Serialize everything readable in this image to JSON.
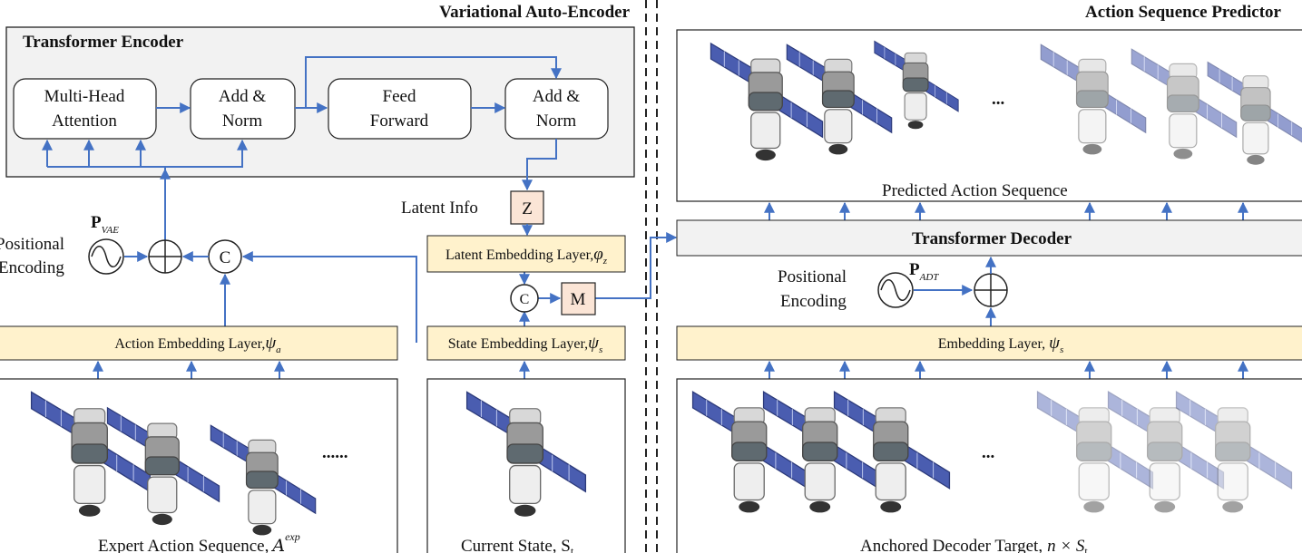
{
  "sections": {
    "vae_title": "Variational Auto-Encoder",
    "asp_title": "Action Sequence Predictor"
  },
  "encoder": {
    "title": "Transformer Encoder",
    "mha": [
      "Multi-Head",
      "Attention"
    ],
    "addnorm1": [
      "Add &",
      "Norm"
    ],
    "ff": [
      "Feed",
      "Forward"
    ],
    "addnorm2": [
      "Add &",
      "Norm"
    ]
  },
  "vae": {
    "pos_enc": [
      "Positional",
      "Encoding"
    ],
    "p_main": "P",
    "p_sub": "VAE",
    "concat": "C",
    "latent_info": "Latent Info",
    "z": "Z",
    "latent_layer": "Latent Embedding Layer,",
    "latent_sym": "φ",
    "latent_sub": "z",
    "concat2": "C",
    "m": "M",
    "action_layer": "Action Embedding Layer,",
    "action_sym": "ψ",
    "action_sub": "a",
    "state_layer": "State Embedding Layer,",
    "state_sym": "ψ",
    "state_sub": "s",
    "dots": "......",
    "expert_caption": "Expert Action Sequence,",
    "expert_sym": "A",
    "expert_sup": "exp",
    "current_caption": "Current State, S",
    "current_sub": "t"
  },
  "predictor": {
    "predicted_caption": "Predicted Action Sequence",
    "predicted_dots": "...",
    "decoder": "Transformer Decoder",
    "pos_enc": [
      "Positional",
      "Encoding"
    ],
    "p_main": "P",
    "p_sub": "ADT",
    "embed_layer": "Embedding Layer,",
    "embed_sym": "ψ",
    "embed_sub": "s",
    "target_dots": "...",
    "target_caption": "Anchored Decoder Target,",
    "target_math": "n × S",
    "target_sub": "t"
  }
}
